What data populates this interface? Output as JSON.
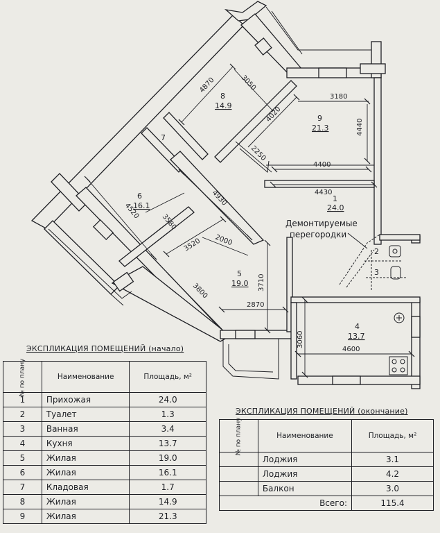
{
  "plan": {
    "rooms": [
      {
        "no": "1",
        "area": "24.0"
      },
      {
        "no": "2",
        "area": ""
      },
      {
        "no": "3",
        "area": ""
      },
      {
        "no": "4",
        "area": "13.7"
      },
      {
        "no": "5",
        "area": "19.0"
      },
      {
        "no": "6",
        "area": "16.1"
      },
      {
        "no": "7",
        "area": ""
      },
      {
        "no": "8",
        "area": "14.9"
      },
      {
        "no": "9",
        "area": "21.3"
      }
    ],
    "dimensions": [
      "4870",
      "3050",
      "4020",
      "3180",
      "4440",
      "2250",
      "4400",
      "4430",
      "4930",
      "4520",
      "3580",
      "3520",
      "2000",
      "3710",
      "3800",
      "2870",
      "3060",
      "4600"
    ],
    "note_line1": "Демонтируемые",
    "note_line2": "перегородки"
  },
  "table1": {
    "title": "ЭКСПЛИКАЦИЯ ПОМЕЩЕНИЙ (начало)",
    "col_no": "№ по плану",
    "col_name": "Наименование",
    "col_area": "Площадь, м²",
    "rows": [
      {
        "no": "1",
        "name": "Прихожая",
        "area": "24.0"
      },
      {
        "no": "2",
        "name": "Туалет",
        "area": "1.3"
      },
      {
        "no": "3",
        "name": "Ванная",
        "area": "3.4"
      },
      {
        "no": "4",
        "name": "Кухня",
        "area": "13.7"
      },
      {
        "no": "5",
        "name": "Жилая",
        "area": "19.0"
      },
      {
        "no": "6",
        "name": "Жилая",
        "area": "16.1"
      },
      {
        "no": "7",
        "name": "Кладовая",
        "area": "1.7"
      },
      {
        "no": "8",
        "name": "Жилая",
        "area": "14.9"
      },
      {
        "no": "9",
        "name": "Жилая",
        "area": "21.3"
      }
    ]
  },
  "table2": {
    "title": "ЭКСПЛИКАЦИЯ ПОМЕЩЕНИЙ (окончание)",
    "col_no": "№ по плану",
    "col_name": "Наименование",
    "col_area": "Площадь, м²",
    "rows": [
      {
        "no": "",
        "name": "Лоджия",
        "area": "3.1"
      },
      {
        "no": "",
        "name": "Лоджия",
        "area": "4.2"
      },
      {
        "no": "",
        "name": "Балкон",
        "area": "3.0"
      }
    ],
    "total_label": "Всего:",
    "total_value": "115.4"
  }
}
